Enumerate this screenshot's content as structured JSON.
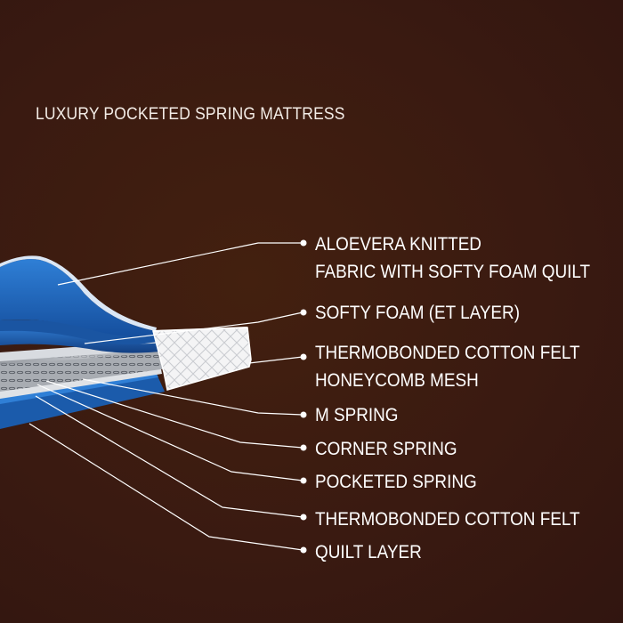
{
  "title": "LUXURY POCKETED SPRING MATTRESS",
  "colors": {
    "background": "#3a1a12",
    "foam_blue": "#1f63b8",
    "text": "#ffffff"
  },
  "layers": [
    {
      "id": "aloevera",
      "line1": "ALOEVERA KNITTED",
      "line2": "FABRIC WITH SOFTY FOAM QUILT"
    },
    {
      "id": "softy-foam",
      "line1": "SOFTY FOAM (ET LAYER)",
      "line2": ""
    },
    {
      "id": "thermobonded-top",
      "line1": "THERMOBONDED COTTON FELT",
      "line2": "HONEYCOMB MESH"
    },
    {
      "id": "m-spring",
      "line1": "M SPRING",
      "line2": ""
    },
    {
      "id": "corner-spring",
      "line1": "CORNER SPRING",
      "line2": ""
    },
    {
      "id": "pocketed-spring",
      "line1": "POCKETED SPRING",
      "line2": ""
    },
    {
      "id": "thermobonded-bottom",
      "line1": "THERMOBONDED COTTON FELT",
      "line2": ""
    },
    {
      "id": "quilt",
      "line1": "QUILT LAYER",
      "line2": ""
    }
  ]
}
